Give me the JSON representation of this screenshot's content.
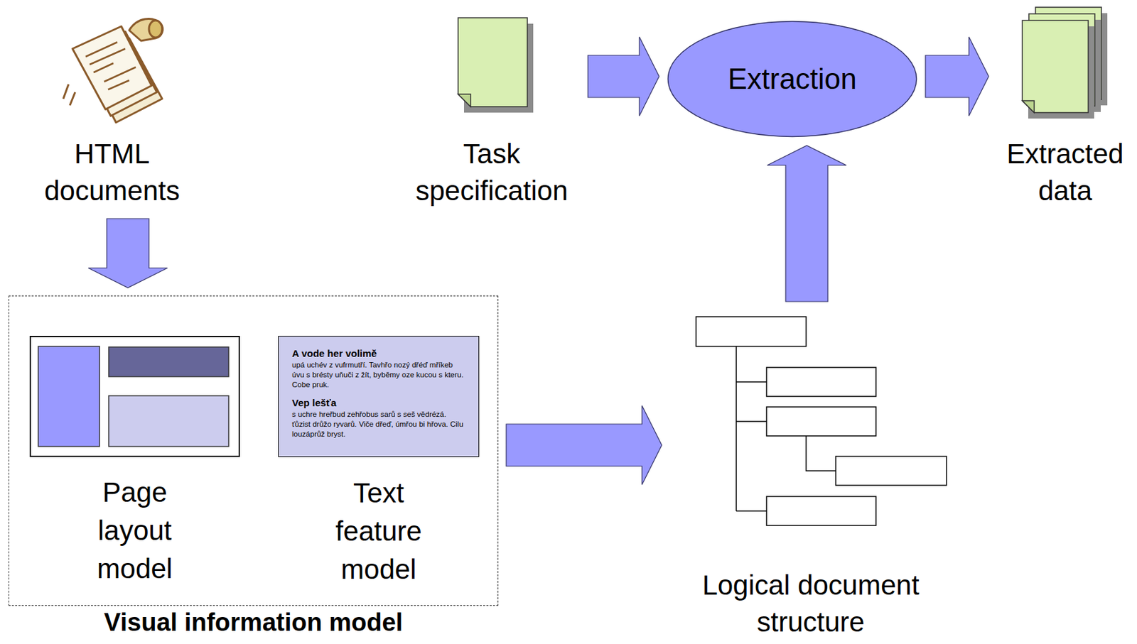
{
  "diagram": {
    "nodes": [
      {
        "text": [
          "HTML documents"
        ]
      },
      {
        "text": [
          "Task specification"
        ]
      },
      {
        "text": [
          "Extraction"
        ]
      },
      {
        "text": [
          "Extracted data"
        ]
      },
      {
        "text": [
          "Visual information model"
        ]
      },
      {
        "text": [
          "Page layout model"
        ],
        "in": 4
      },
      {
        "text": [
          "A vode her volimě",
          "upá uchév z vufrmutří. Tavhřo nozý dřéď mříkeb úvu s brésty uňuči z žít, byběmy oze kucou s kteru. Cobe pruk.",
          "Vep lešťa",
          "s uchre hreřbud zehřobus sarů s seš vědrézá. ťůzist drůžo ryvarů. Viče dřeď, úmřou bi hřova. Cilu louzáprůž bryst.",
          "Text feature model"
        ],
        "in": 4
      },
      {
        "text": [
          "Logical document structure"
        ]
      }
    ],
    "edges": [
      {
        "from": 0,
        "to": 4,
        "arrow": "to"
      },
      {
        "from": 1,
        "to": 2,
        "arrow": "to"
      },
      {
        "from": 2,
        "to": 3,
        "arrow": "to"
      },
      {
        "from": 4,
        "to": 7,
        "arrow": "to"
      },
      {
        "from": 7,
        "to": 2,
        "arrow": "to"
      }
    ]
  }
}
